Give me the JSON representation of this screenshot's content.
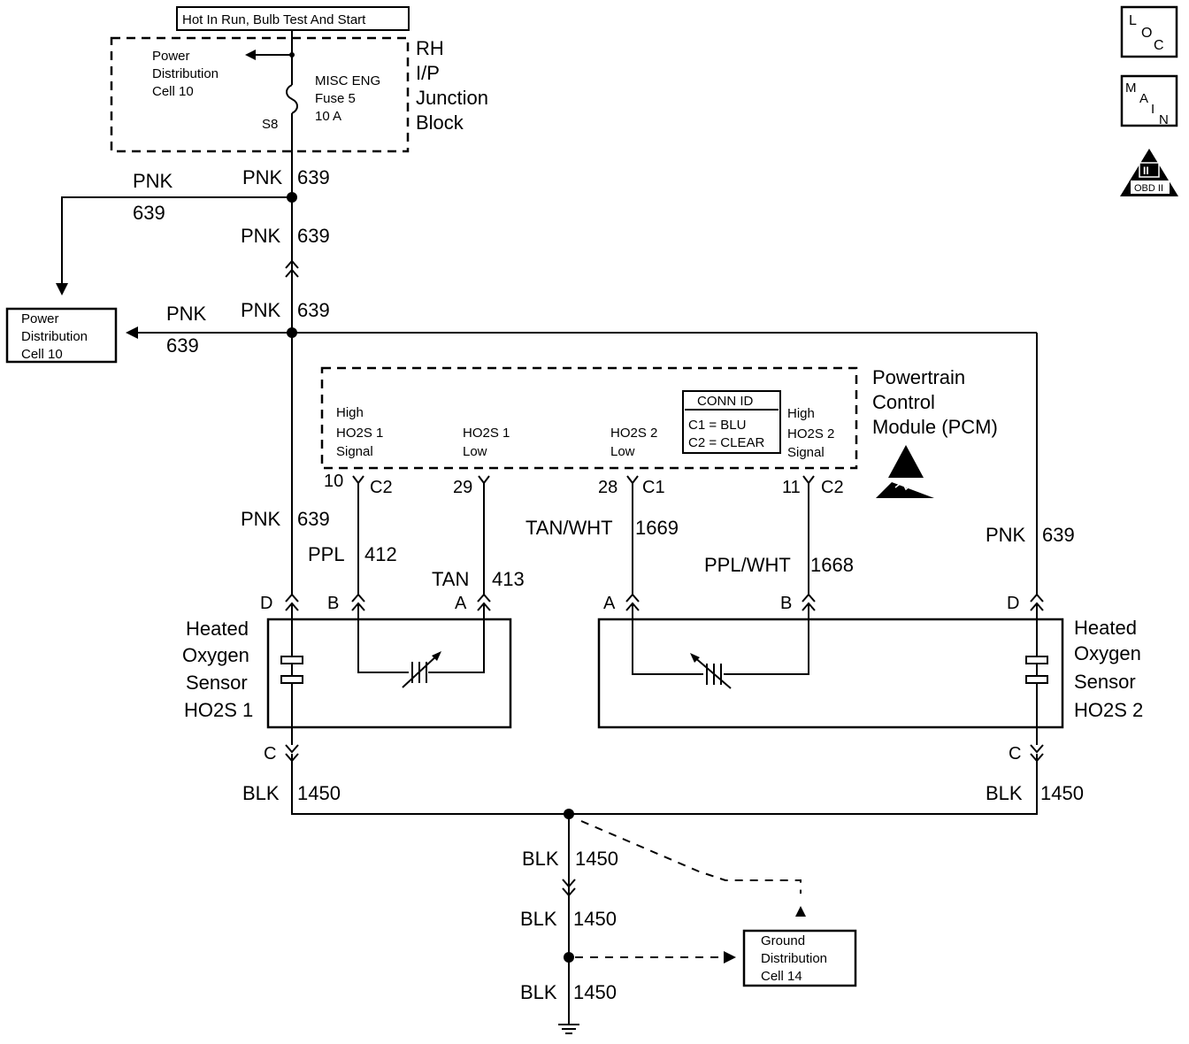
{
  "header": {
    "condition_label": "Hot In Run, Bulb Test And Start"
  },
  "junction_block": {
    "label_1": "RH",
    "label_2": "I/P",
    "label_3": "Junction",
    "label_4": "Block",
    "pd_1": "Power",
    "pd_2": "Distribution",
    "pd_3": "Cell 10",
    "fuse_1": "MISC ENG",
    "fuse_2": "Fuse 5",
    "fuse_3": "10 A",
    "terminal": "S8"
  },
  "side_icons": {
    "loc": [
      "L",
      "O",
      "C"
    ],
    "main": [
      "M",
      "A",
      "I",
      "N"
    ],
    "obd": [
      "II",
      "OBD II"
    ]
  },
  "power_feed": {
    "w1_color": "PNK",
    "w1_num": "639",
    "left_color": "PNK",
    "left_num": "639",
    "w2_color": "PNK",
    "w2_num": "639",
    "w3_color": "PNK",
    "w3_num": "639",
    "pd_left_color": "PNK",
    "pd_left_num": "639",
    "pd_box_1": "Power",
    "pd_box_2": "Distribution",
    "pd_box_3": "Cell 10"
  },
  "pcm": {
    "title_1": "Powertrain",
    "title_2": "Control",
    "title_3": "Module (PCM)",
    "conn_id_title": "CONN ID",
    "conn_c1": "C1 = BLU",
    "conn_c2": "C2 = CLEAR",
    "pins": [
      {
        "l1": "High",
        "l2": "HO2S 1",
        "l3": "Signal",
        "pin": "10",
        "conn": "C2"
      },
      {
        "l1": "",
        "l2": "HO2S 1",
        "l3": "Low",
        "pin": "29",
        "conn": ""
      },
      {
        "l1": "",
        "l2": "HO2S 2",
        "l3": "Low",
        "pin": "28",
        "conn": "C1"
      },
      {
        "l1": "High",
        "l2": "HO2S 2",
        "l3": "Signal",
        "pin": "11",
        "conn": "C2"
      }
    ]
  },
  "wires": {
    "pnk_left_color": "PNK",
    "pnk_left_num": "639",
    "ppl_color": "PPL",
    "ppl_num": "412",
    "tan_color": "TAN",
    "tan_num": "413",
    "tanwht_color": "TAN/WHT",
    "tanwht_num": "1669",
    "pplwht_color": "PPL/WHT",
    "pplwht_num": "1668",
    "pnk_right_color": "PNK",
    "pnk_right_num": "639",
    "blk_left_color": "BLK",
    "blk_left_num": "1450",
    "blk_right_color": "BLK",
    "blk_right_num": "1450",
    "blk_a_color": "BLK",
    "blk_a_num": "1450",
    "blk_b_color": "BLK",
    "blk_b_num": "1450",
    "blk_c_color": "BLK",
    "blk_c_num": "1450"
  },
  "sensor1": {
    "l1": "Heated",
    "l2": "Oxygen",
    "l3": "Sensor",
    "l4": "HO2S 1",
    "pin_d": "D",
    "pin_b": "B",
    "pin_a": "A",
    "pin_c": "C"
  },
  "sensor2": {
    "l1": "Heated",
    "l2": "Oxygen",
    "l3": "Sensor",
    "l4": "HO2S 2",
    "pin_a": "A",
    "pin_b": "B",
    "pin_d": "D",
    "pin_c": "C"
  },
  "ground": {
    "l1": "Ground",
    "l2": "Distribution",
    "l3": "Cell 14"
  }
}
